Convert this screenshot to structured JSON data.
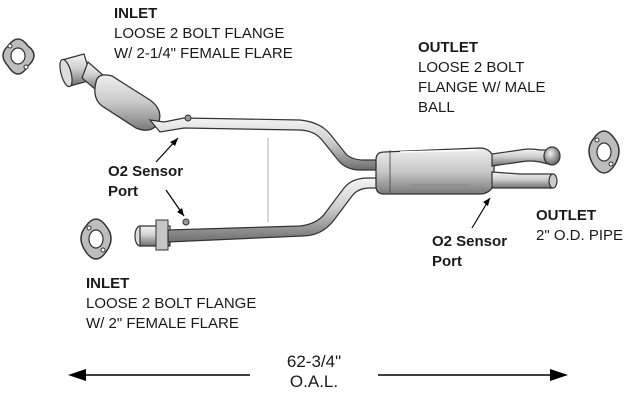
{
  "inlet_top": {
    "heading": "INLET",
    "line1": "LOOSE 2 BOLT FLANGE",
    "line2": "W/ 2-1/4\" FEMALE FLARE"
  },
  "outlet_top": {
    "heading": "OUTLET",
    "line1": "LOOSE 2 BOLT",
    "line2": "FLANGE W/ MALE",
    "line3": "BALL"
  },
  "o2_left": {
    "line1": "O2 Sensor",
    "line2": "Port"
  },
  "o2_right": {
    "line1": "O2 Sensor",
    "line2": "Port"
  },
  "outlet_bottom": {
    "heading": "OUTLET",
    "line1": "2\" O.D. PIPE"
  },
  "inlet_bottom": {
    "heading": "INLET",
    "line1": "LOOSE 2 BOLT FLANGE",
    "line2": "W/ 2\" FEMALE FLARE"
  },
  "overall": {
    "length": "62-3/4\"",
    "label": "O.A.L."
  },
  "colors": {
    "pipe_light": "#e6e6e6",
    "pipe_dark": "#6e6e6e",
    "outline": "#333333",
    "text": "#1a1a1a"
  }
}
